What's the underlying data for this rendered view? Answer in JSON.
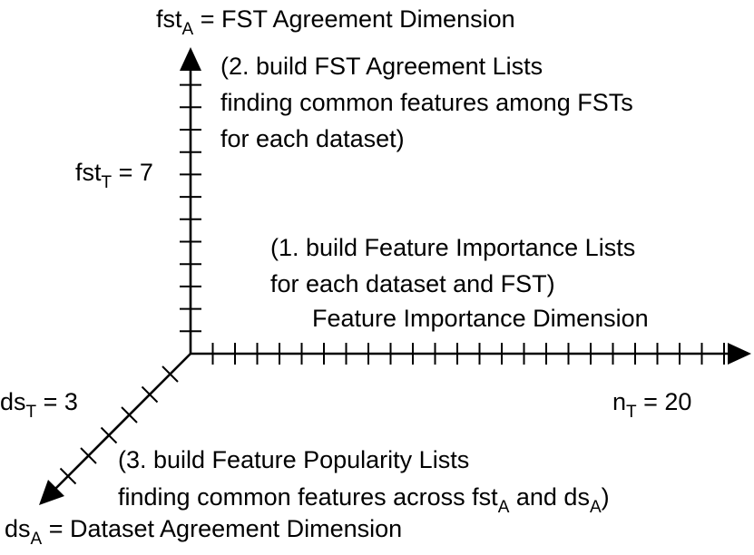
{
  "axes": {
    "vertical": {
      "name_prefix": "fst",
      "name_sub": "A",
      "name_suffix": " = FST Agreement Dimension",
      "threshold_prefix": "fst",
      "threshold_sub": "T",
      "threshold_suffix": " = 7",
      "threshold_value": 7,
      "tick_count": 12,
      "step_lines": [
        "(2. build FST Agreement Lists",
        "finding common features among FSTs",
        "for each dataset)"
      ]
    },
    "horizontal": {
      "name": "Feature Importance Dimension",
      "threshold_prefix": "n",
      "threshold_sub": "T",
      "threshold_suffix": " = 20",
      "threshold_value": 20,
      "tick_count": 24,
      "step_lines": [
        "(1. build Feature Importance Lists",
        "for each dataset and FST)"
      ]
    },
    "diagonal": {
      "name_prefix": "ds",
      "name_sub": "A",
      "name_suffix": " = Dataset Agreement Dimension",
      "threshold_prefix": "ds",
      "threshold_sub": "T",
      "threshold_suffix": " = 3",
      "threshold_value": 3,
      "tick_count": 6,
      "step_line_1": "(3. build Feature Popularity Lists",
      "step_line_2_prefix": "finding common features across fst",
      "step_line_2_sub_1": "A",
      "step_line_2_mid": " and ds",
      "step_line_2_sub_2": "A",
      "step_line_2_suffix": ")"
    }
  }
}
